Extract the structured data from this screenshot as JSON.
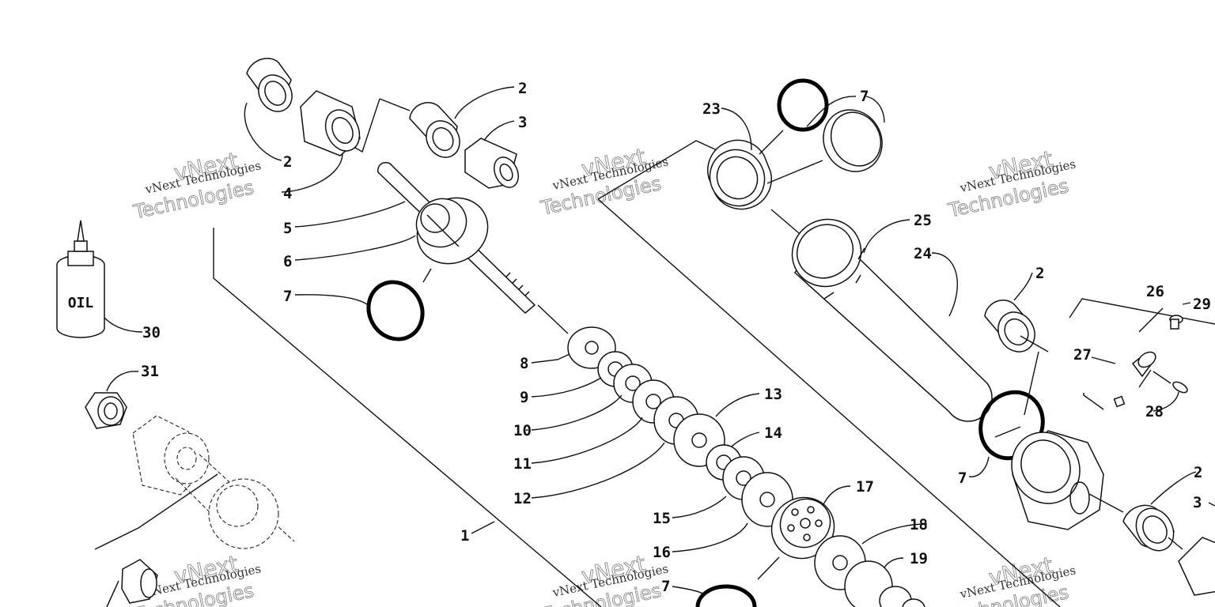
{
  "diagram": {
    "oil_label": "OIL",
    "watermark": {
      "line1": "vNext Technologies",
      "line2": "vNext",
      "line3": "Technologies"
    },
    "callouts": [
      {
        "id": "c2a",
        "text": "2"
      },
      {
        "id": "c2b",
        "text": "2"
      },
      {
        "id": "c3a",
        "text": "3"
      },
      {
        "id": "c4",
        "text": "4"
      },
      {
        "id": "c5",
        "text": "5"
      },
      {
        "id": "c6",
        "text": "6"
      },
      {
        "id": "c7a",
        "text": "7"
      },
      {
        "id": "c8",
        "text": "8"
      },
      {
        "id": "c9",
        "text": "9"
      },
      {
        "id": "c10",
        "text": "10"
      },
      {
        "id": "c11",
        "text": "11"
      },
      {
        "id": "c12",
        "text": "12"
      },
      {
        "id": "c13",
        "text": "13"
      },
      {
        "id": "c14",
        "text": "14"
      },
      {
        "id": "c15",
        "text": "15"
      },
      {
        "id": "c16",
        "text": "16"
      },
      {
        "id": "c17",
        "text": "17"
      },
      {
        "id": "c18",
        "text": "18"
      },
      {
        "id": "c19",
        "text": "19"
      },
      {
        "id": "c1",
        "text": "1"
      },
      {
        "id": "c7b",
        "text": "7"
      },
      {
        "id": "c23",
        "text": "23"
      },
      {
        "id": "c7c",
        "text": "7"
      },
      {
        "id": "c25",
        "text": "25"
      },
      {
        "id": "c24",
        "text": "24"
      },
      {
        "id": "c2c",
        "text": "2"
      },
      {
        "id": "c26",
        "text": "26"
      },
      {
        "id": "c29",
        "text": "29"
      },
      {
        "id": "c27",
        "text": "27"
      },
      {
        "id": "c28",
        "text": "28"
      },
      {
        "id": "c7d",
        "text": "7"
      },
      {
        "id": "c2d",
        "text": "2"
      },
      {
        "id": "c3b",
        "text": "3"
      },
      {
        "id": "c30",
        "text": "30"
      },
      {
        "id": "c31",
        "text": "31"
      }
    ]
  }
}
